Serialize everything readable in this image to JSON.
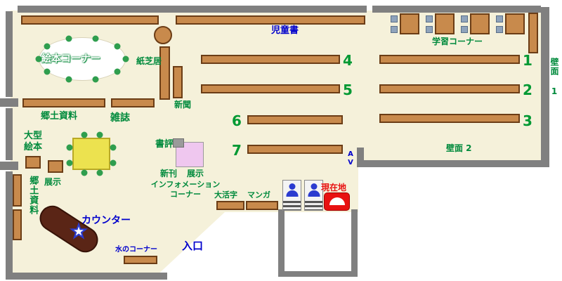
{
  "title": "library-floor-map",
  "labels": {
    "children_books": "児童書",
    "study_corner": "学習コーナー",
    "picture_book_corner": "絵本コーナー",
    "kamishibai": "紙芝居",
    "newspaper": "新聞",
    "local_materials": "郷土資料",
    "magazines": "雑誌",
    "large_picture_books": "大型\n絵本",
    "local_materials_vertical": "郷土資料",
    "exhibit_left": "展示",
    "book_review": "書評",
    "new_arrivals": "新刊",
    "exhibit_center": "展示",
    "information_corner": "インフォメーション\nコーナー",
    "large_print": "大活字",
    "manga": "マンガ",
    "current_location": "現在地",
    "counter": "カウンター",
    "water_corner": "水のコーナー",
    "entrance": "入口",
    "av": "AV",
    "wall_1": "壁面 1",
    "wall_2": "壁面 2"
  },
  "shelf_numbers": {
    "n1": "1",
    "n2": "2",
    "n3": "3",
    "n4": "4",
    "n5": "5",
    "n6": "6",
    "n7": "7"
  },
  "icons": {
    "counter_star": "★",
    "opac_person": "person-icon",
    "current_location_marker": "you-are-here-marker"
  },
  "colors": {
    "floor": "#f5f1da",
    "wall": "#808080",
    "shelf": "#c88a4c",
    "shelf_border": "#6b3d16",
    "label_green": "#008a3c",
    "label_blue": "#0000cc",
    "label_red": "#e81111",
    "table_yellow": "#ece24f",
    "table_pink": "#efc7ef",
    "counter_brown": "#5a2516",
    "chair_green": "#2f9e4e",
    "chair_blue": "#8fa3bb"
  }
}
